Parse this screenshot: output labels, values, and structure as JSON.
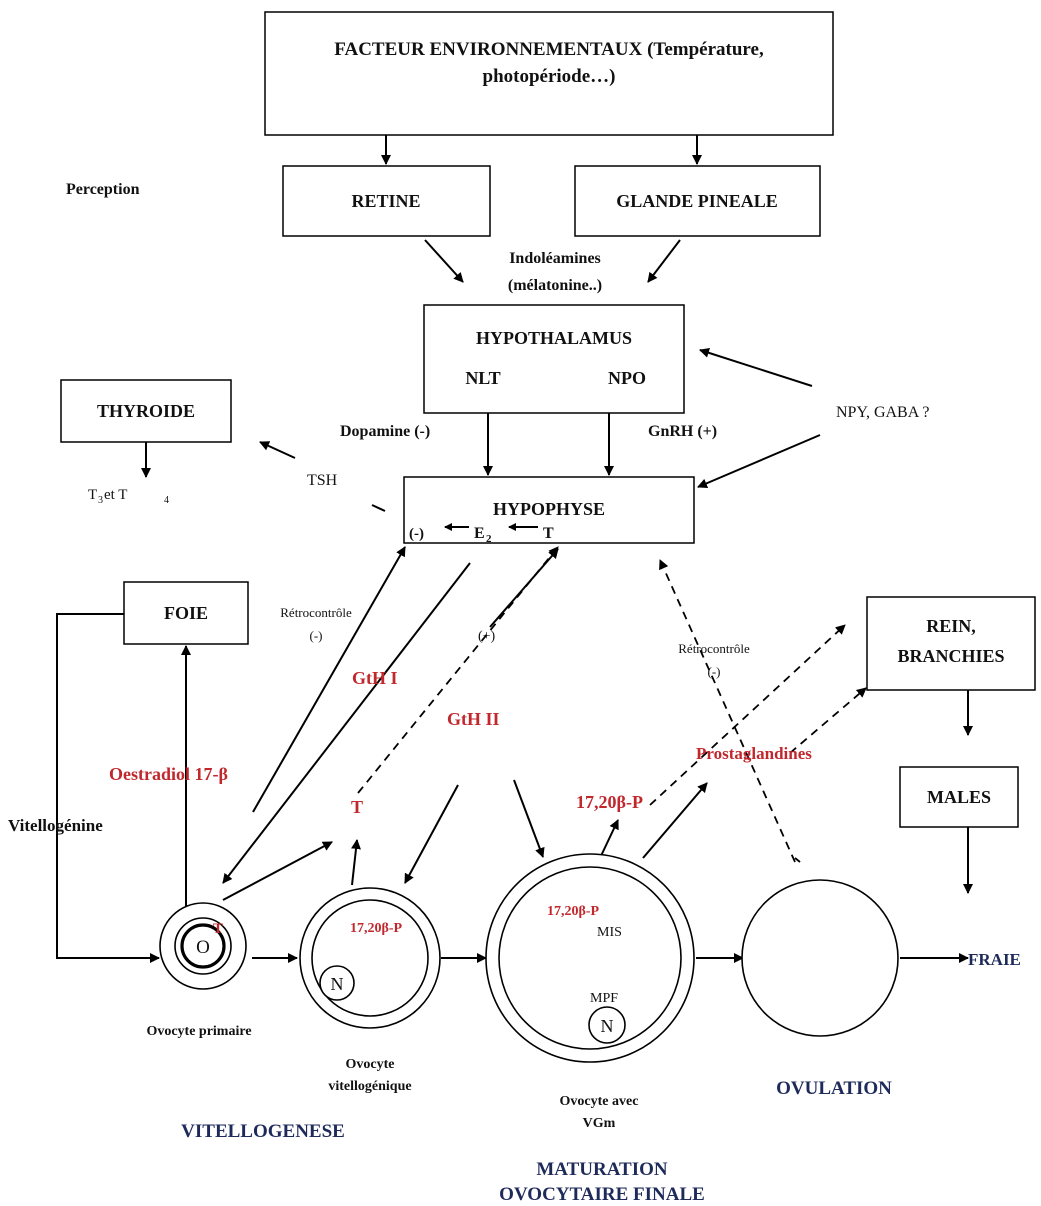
{
  "boxes": {
    "facteur_line1": "FACTEUR ENVIRONNEMENTAUX (Température,",
    "facteur_line2": "photopériode…)",
    "retine": "RETINE",
    "pineale": "GLANDE PINEALE",
    "hypothalamus": "HYPOTHALAMUS",
    "nlt": "NLT",
    "npo": "NPO",
    "thyroide": "THYROIDE",
    "hypophyse": "HYPOPHYSE",
    "foie": "FOIE",
    "rein_line1": "REIN,",
    "rein_line2": "BRANCHIES",
    "males": "MALES"
  },
  "hypophyse_feedback": {
    "minus": "(-)",
    "e2": "E",
    "e2_sub": "2",
    "t": "T"
  },
  "labels": {
    "perception": "Perception",
    "indoleamines_line1": "Indoléamines",
    "indoleamines_line2": "(mélatonine..)",
    "dopamine": "Dopamine (-)",
    "gnrh": "GnRH (+)",
    "npy": "NPY, GABA ?",
    "tsh": "TSH",
    "t3t4_a": "T",
    "t3t4_sub3": "3",
    "t3t4_b": " et T",
    "t3t4_sub4": "4",
    "retro1_line1": "Rétrocontrôle",
    "retro1_line2": "(-)",
    "plus": "(+)",
    "retro2_line1": "Rétrocontrôle",
    "retro2_line2": "(-)",
    "vitellogenine": "Vitellogénine"
  },
  "hormones": {
    "gth1": "GtH I",
    "gth2": "GtH II",
    "oestradiol": "Oestradiol 17-β",
    "t": "T",
    "p1720a": "17,20β-P",
    "prostaglandines": "Prostaglandines",
    "t_oocyte": "T",
    "p1720_oocyte2": "17,20β-P",
    "p1720_oocyte3": "17,20β-P"
  },
  "oocytes": {
    "o": "O",
    "n": "N",
    "n2": "N",
    "mis": "MIS",
    "mpf": "MPF",
    "primaire": "Ovocyte primaire",
    "vitello_line1": "Ovocyte",
    "vitello_line2": "vitellogénique",
    "vgm_line1": "Ovocyte avec",
    "vgm_line2": "VGm",
    "fraie": "FRAIE"
  },
  "stages": {
    "vitellogenese": "VITELLOGENESE",
    "maturation_line1": "MATURATION",
    "maturation_line2": "OVOCYTAIRE FINALE",
    "ovulation": "OVULATION"
  },
  "colors": {
    "hormone_red": "#c0282d",
    "stage_navy": "#1e2a5a"
  }
}
